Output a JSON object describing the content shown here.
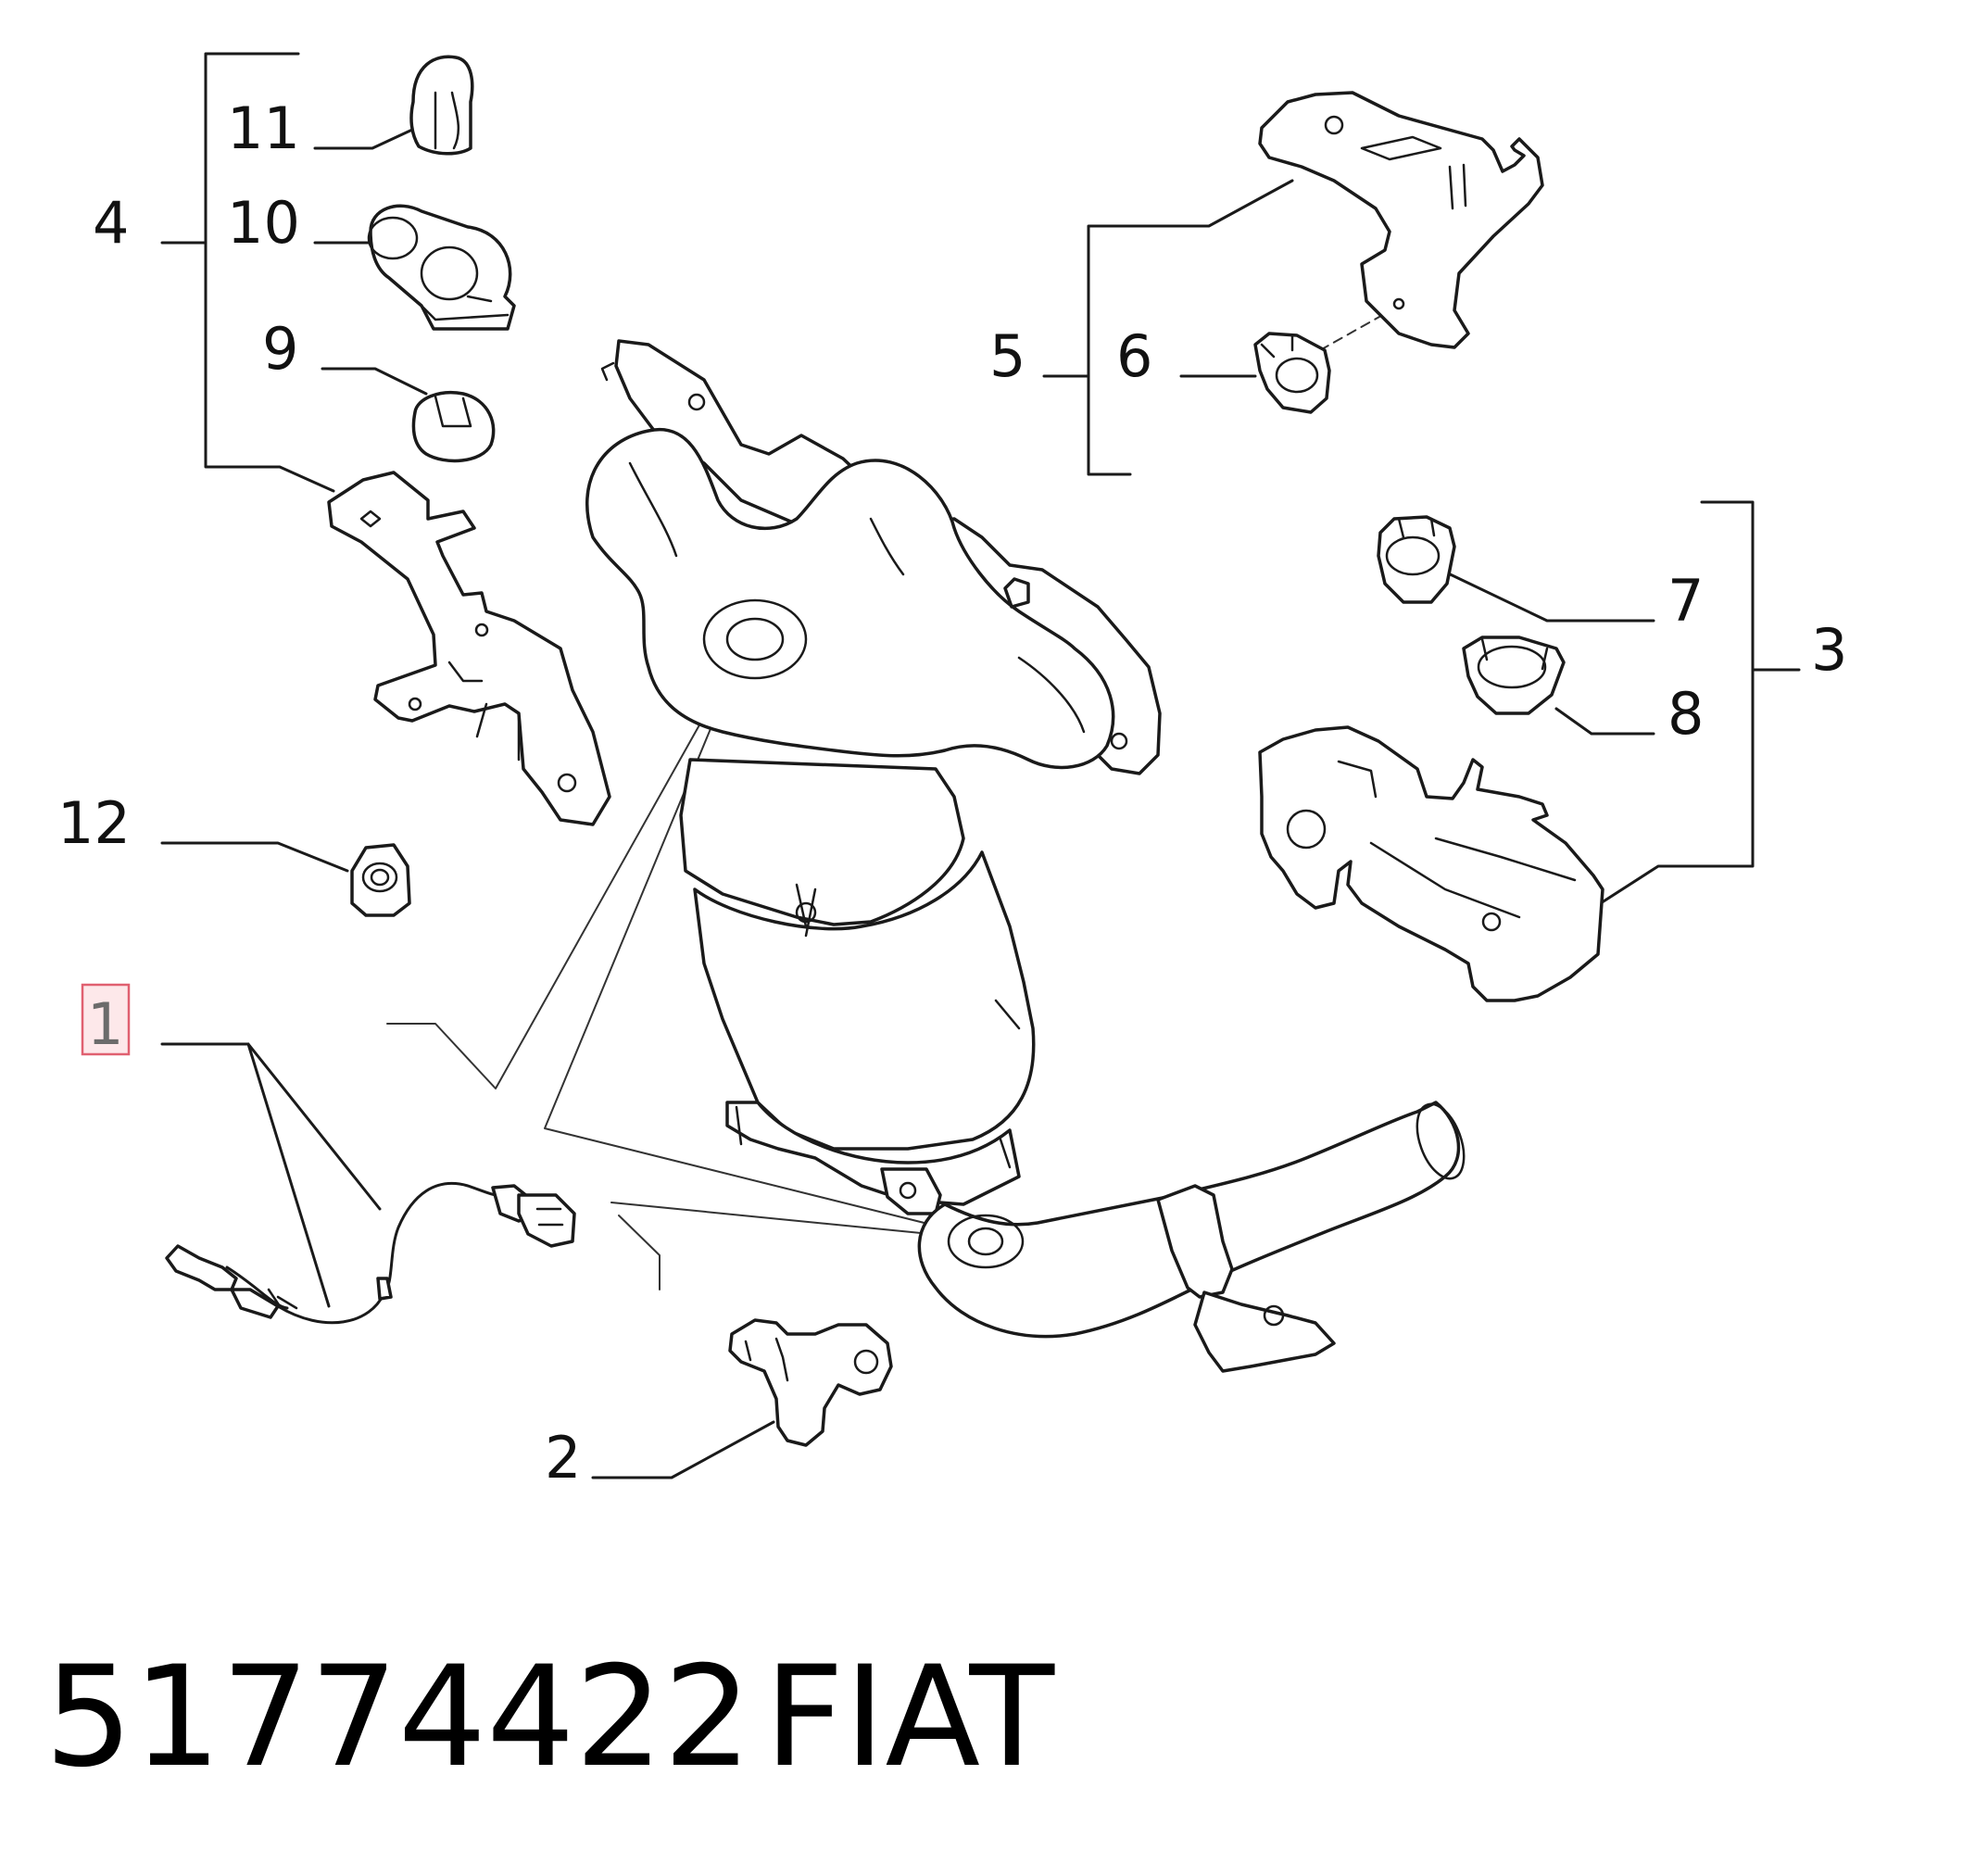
{
  "callouts": {
    "c1": "1",
    "c2": "2",
    "c3": "3",
    "c4": "4",
    "c5": "5",
    "c6": "6",
    "c7": "7",
    "c8": "8",
    "c9": "9",
    "c10": "10",
    "c11": "11",
    "c12": "12"
  },
  "highlighted_callout": "1",
  "colors": {
    "highlight_fill": "#fde8ea",
    "highlight_stroke": "#e06070",
    "line": "#1a1a1a"
  },
  "footer": {
    "part_number": "51774422",
    "brand": "FIAT"
  }
}
